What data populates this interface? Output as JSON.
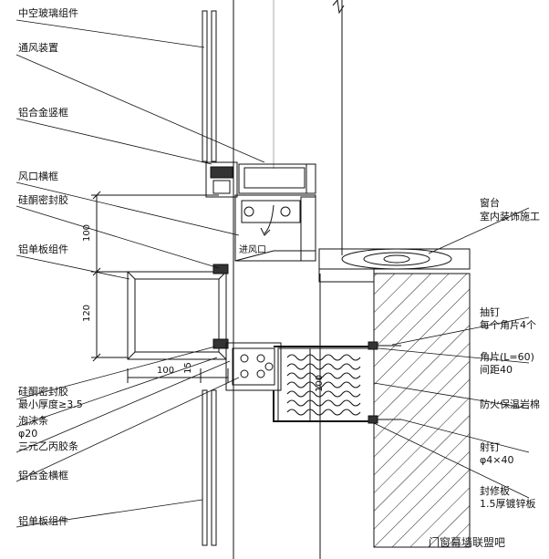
{
  "labels_left": [
    {
      "id": "insulating-glass",
      "text": "中空玻璃组件"
    },
    {
      "id": "vent-device",
      "text": "通风装置"
    },
    {
      "id": "alu-mullion",
      "text": "铝合金竖框"
    },
    {
      "id": "vent-transom",
      "text": "风口横框"
    },
    {
      "id": "silicone-sealant",
      "text": "硅酮密封胶"
    },
    {
      "id": "alu-panel-upper",
      "text": "铝单板组件"
    },
    {
      "id": "silicone-sealant-2",
      "text": "硅酮密封胶"
    },
    {
      "id": "min-thickness",
      "text": "最小厚度≥3.5"
    },
    {
      "id": "foam-rod",
      "text": "泡沫条"
    },
    {
      "id": "foam-rod-size",
      "text": "φ20"
    },
    {
      "id": "epdm-strip",
      "text": "三元乙丙胶条"
    },
    {
      "id": "alu-transom",
      "text": "铝合金横框"
    },
    {
      "id": "alu-panel-lower",
      "text": "铝单板组件"
    }
  ],
  "labels_right": [
    {
      "id": "window-sill",
      "text": "窗台"
    },
    {
      "id": "interior-finish",
      "text": "室内装饰施工"
    },
    {
      "id": "rivet",
      "text": "抽钉"
    },
    {
      "id": "rivet-spec",
      "text": "每个角片4个"
    },
    {
      "id": "angle-piece",
      "text": "角片(L=60)"
    },
    {
      "id": "angle-spacing",
      "text": "间距40"
    },
    {
      "id": "fire-rockwool",
      "text": "防火保温岩棉"
    },
    {
      "id": "shot-nail",
      "text": "射钉"
    },
    {
      "id": "shot-nail-spec",
      "text": "φ4×40"
    },
    {
      "id": "sealing-plate",
      "text": "封修板"
    },
    {
      "id": "sealing-plate-spec",
      "text": "1.5厚镀锌板"
    }
  ],
  "inline_labels": {
    "air_inlet": "进风口"
  },
  "dimensions": {
    "d100_upper": "100",
    "d120": "120",
    "d100_horiz": "100",
    "d15": "15",
    "d100_insul": "100"
  },
  "watermark": "门窗幕墙联盟吧"
}
